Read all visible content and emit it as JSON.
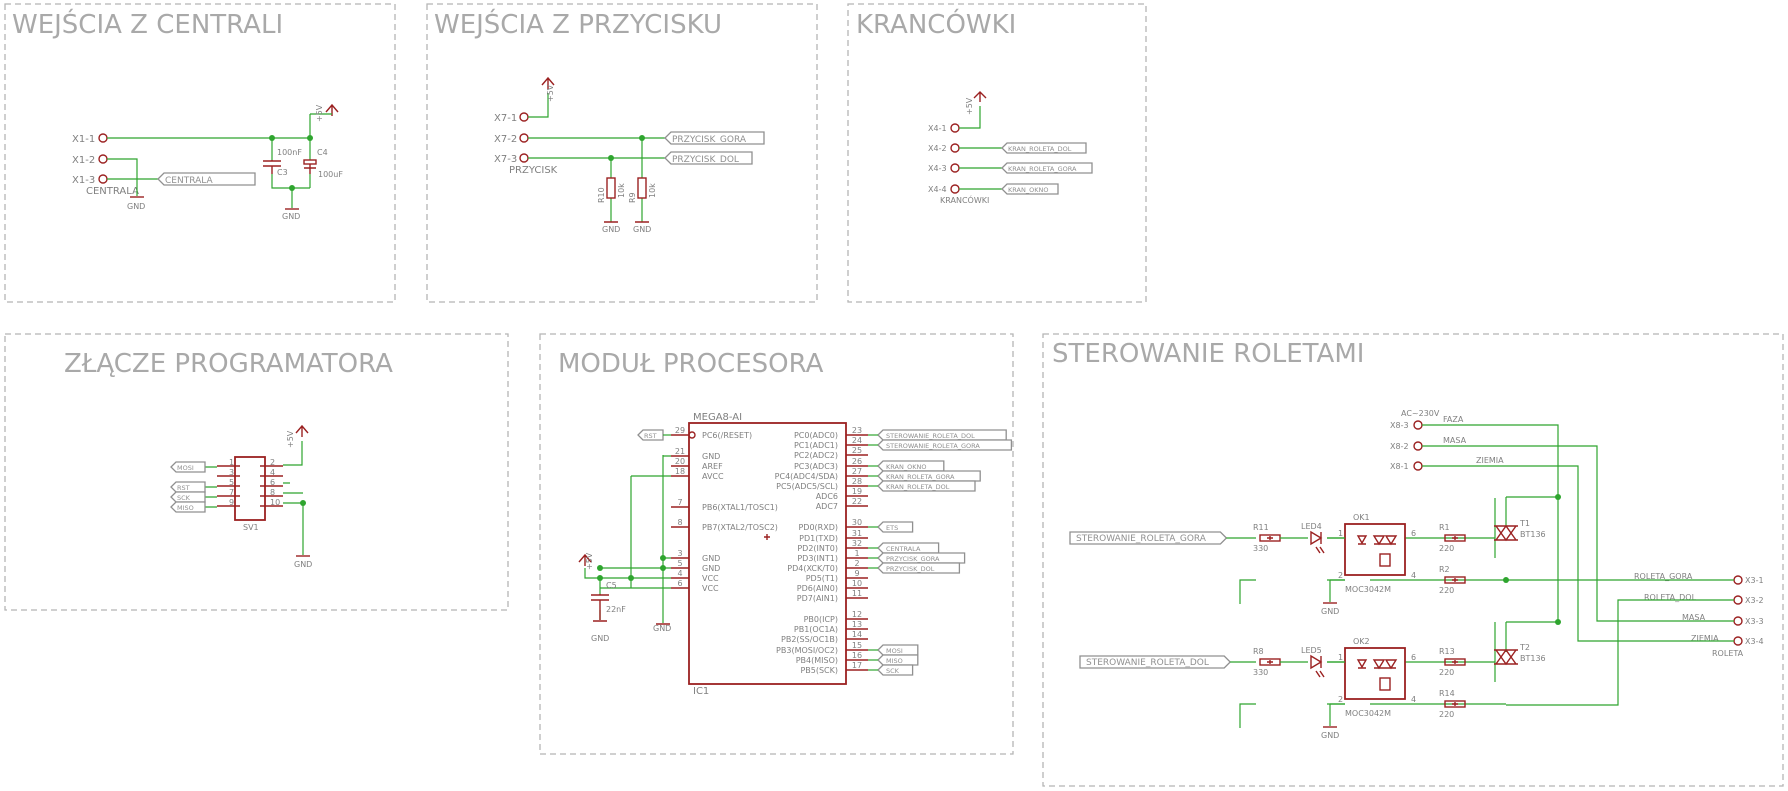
{
  "sections": {
    "centrala": {
      "title": "WEJŚCIA Z CENTRALI"
    },
    "przycisk": {
      "title": "WEJŚCIA Z PRZYCISKU"
    },
    "krancowki": {
      "title": "KRANCÓWKI"
    },
    "programator": {
      "title": "ZŁĄCZE PROGRAMATORA"
    },
    "procesor": {
      "title": "MODUŁ PROCESORA"
    },
    "sterowanie": {
      "title": "STEROWANIE ROLETAMI"
    }
  },
  "centrala": {
    "pins": [
      "X1-1",
      "X1-2",
      "X1-3"
    ],
    "connector": "CENTRALA",
    "tag": "CENTRALA",
    "gnd": "GND",
    "vcc": "+5V",
    "c3_name": "C3",
    "c3_value": "100nF",
    "c4_name": "C4",
    "c4_value": "100uF"
  },
  "przycisk": {
    "pins": [
      "X7-1",
      "X7-2",
      "X7-3"
    ],
    "connector": "PRZYCISK",
    "vcc": "+5V",
    "tag_gora": "PRZYCISK_GORA",
    "tag_dol": "PRZYCISK_DOL",
    "r10_name": "R10",
    "r10_value": "10k",
    "r9_name": "R9",
    "r9_value": "10k",
    "gnd": "GND"
  },
  "krancowki": {
    "pins": [
      "X4-1",
      "X4-2",
      "X4-3",
      "X4-4"
    ],
    "connector": "KRANCÓWKI",
    "vcc": "+5V",
    "tags": [
      "KRAN_ROLETA_DOL",
      "KRAN_ROLETA_GORA",
      "KRAN_OKNO"
    ]
  },
  "programator": {
    "name": "SV1",
    "vcc": "+5V",
    "gnd": "GND",
    "left_pins": [
      "1",
      "3",
      "5",
      "7",
      "9"
    ],
    "right_pins": [
      "2",
      "4",
      "6",
      "8",
      "10"
    ],
    "tags": [
      "MOSI",
      "RST",
      "SCK",
      "MISO"
    ]
  },
  "procesor": {
    "chip": "MEGA8-AI",
    "ref": "IC1",
    "vcc": "+5V",
    "gnd": "GND",
    "c5_name": "C5",
    "c5_value": "22nF",
    "tag_rst": "RST",
    "left_pins": [
      {
        "num": "29",
        "name": "PC6(/RESET)"
      },
      {
        "num": "21",
        "name": "GND"
      },
      {
        "num": "20",
        "name": "AREF"
      },
      {
        "num": "18",
        "name": "AVCC"
      },
      {
        "num": "7",
        "name": "PB6(XTAL1/TOSC1)"
      },
      {
        "num": "8",
        "name": "PB7(XTAL2/TOSC2)"
      },
      {
        "num": "3",
        "name": "GND"
      },
      {
        "num": "5",
        "name": "GND"
      },
      {
        "num": "4",
        "name": "VCC"
      },
      {
        "num": "6",
        "name": "VCC"
      }
    ],
    "right_pins": [
      {
        "num": "23",
        "name": "PC0(ADC0)",
        "tag": "STEROWANIE_ROLETA_DOL"
      },
      {
        "num": "24",
        "name": "PC1(ADC1)",
        "tag": "STEROWANIE_ROLETA_GORA"
      },
      {
        "num": "25",
        "name": "PC2(ADC2)",
        "tag": ""
      },
      {
        "num": "26",
        "name": "PC3(ADC3)",
        "tag": "KRAN_OKNO"
      },
      {
        "num": "27",
        "name": "PC4(ADC4/SDA)",
        "tag": "KRAN_ROLETA_GORA"
      },
      {
        "num": "28",
        "name": "PC5(ADC5/SCL)",
        "tag": "KRAN_ROLETA_DOL"
      },
      {
        "num": "19",
        "name": "ADC6",
        "tag": ""
      },
      {
        "num": "22",
        "name": "ADC7",
        "tag": ""
      },
      {
        "num": "30",
        "name": "PD0(RXD)",
        "tag": "ETS"
      },
      {
        "num": "31",
        "name": "PD1(TXD)",
        "tag": ""
      },
      {
        "num": "32",
        "name": "PD2(INT0)",
        "tag": "CENTRALA"
      },
      {
        "num": "1",
        "name": "PD3(INT1)",
        "tag": "PRZYCISK_GORA"
      },
      {
        "num": "2",
        "name": "PD4(XCK/T0)",
        "tag": "PRZYCISK_DOL"
      },
      {
        "num": "9",
        "name": "PD5(T1)",
        "tag": ""
      },
      {
        "num": "10",
        "name": "PD6(AIN0)",
        "tag": ""
      },
      {
        "num": "11",
        "name": "PD7(AIN1)",
        "tag": ""
      },
      {
        "num": "12",
        "name": "PB0(ICP)",
        "tag": ""
      },
      {
        "num": "13",
        "name": "PB1(OC1A)",
        "tag": ""
      },
      {
        "num": "14",
        "name": "PB2(SS/OC1B)",
        "tag": ""
      },
      {
        "num": "15",
        "name": "PB3(MOSI/OC2)",
        "tag": "MOSI"
      },
      {
        "num": "16",
        "name": "PB4(MISO)",
        "tag": "MISO"
      },
      {
        "num": "17",
        "name": "PB5(SCK)",
        "tag": "SCK"
      }
    ]
  },
  "sterowanie": {
    "ac_label": "AC~230V",
    "pins_in": [
      "X8-3",
      "X8-2",
      "X8-1"
    ],
    "in_nets": [
      "FAZA",
      "MASA",
      "ZIEMIA"
    ],
    "pins_out": [
      "X3-1",
      "X3-2",
      "X3-3",
      "X3-4"
    ],
    "out_nets": [
      "ROLETA_GORA",
      "ROLETA_DOL",
      "MASA",
      "ZIEMIA"
    ],
    "out_connector": "ROLETA",
    "gnd": "GND",
    "channels": [
      {
        "tag": "STEROWANIE_ROLETA_GORA",
        "r_in": "R11",
        "r_in_val": "330",
        "led": "LED4",
        "opto": "OK1",
        "opto_part": "MOC3042M",
        "r_a": "R1",
        "r_a_val": "220",
        "r_b": "R2",
        "r_b_val": "220",
        "triac": "T1",
        "triac_part": "BT136"
      },
      {
        "tag": "STEROWANIE_ROLETA_DOL",
        "r_in": "R8",
        "r_in_val": "330",
        "led": "LED5",
        "opto": "OK2",
        "opto_part": "MOC3042M",
        "r_a": "R13",
        "r_a_val": "220",
        "r_b": "R14",
        "r_b_val": "220",
        "triac": "T2",
        "triac_part": "BT136"
      }
    ],
    "opto_pins": [
      "1",
      "2",
      "6",
      "4"
    ]
  },
  "colors": {
    "wire": "#2ea52e",
    "component": "#9b2121",
    "text": "#808080",
    "frame": "#b5b5b5"
  }
}
